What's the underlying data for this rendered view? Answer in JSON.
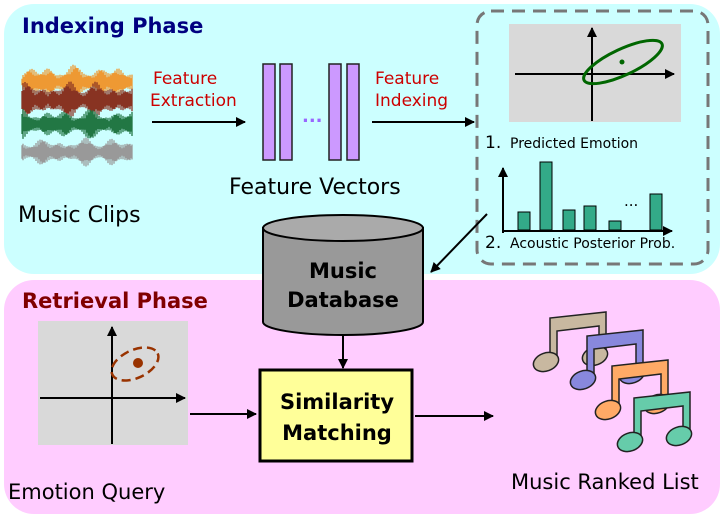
{
  "indexing_phase": {
    "title": "Indexing Phase",
    "music_clips_label": "Music Clips",
    "feature_extraction": [
      "Feature",
      "Extraction"
    ],
    "feature_vectors_label": "Feature Vectors",
    "feature_vectors_ellipsis": "...",
    "feature_indexing": [
      "Feature",
      "Indexing"
    ],
    "predicted_emotion_number": "1.",
    "predicted_emotion_label": "Predicted Emotion",
    "posterior_ellipsis": "...",
    "acoustic_posterior_number": "2.",
    "acoustic_posterior_label": "Acoustic Posterior Prob."
  },
  "database": {
    "line1": "Music",
    "line2": "Database"
  },
  "retrieval_phase": {
    "title": "Retrieval Phase",
    "emotion_query_label": "Emotion Query",
    "similarity_line1": "Similarity",
    "similarity_line2": "Matching",
    "ranked_list_label": "Music Ranked List"
  },
  "colors": {
    "indexing_bg": "#ccffff",
    "retrieval_bg": "#ffccff",
    "indexing_title": "#000080",
    "retrieval_title": "#800000",
    "red_label": "#cc0000",
    "vector_fill": "#cc99ff",
    "vector_dots": "#9966ff",
    "database_fill": "#999999",
    "similarity_fill": "#ffff99",
    "emotion_ellipse": "#006600",
    "query_ellipse": "#993300",
    "bar_fill": "#33aa88"
  }
}
